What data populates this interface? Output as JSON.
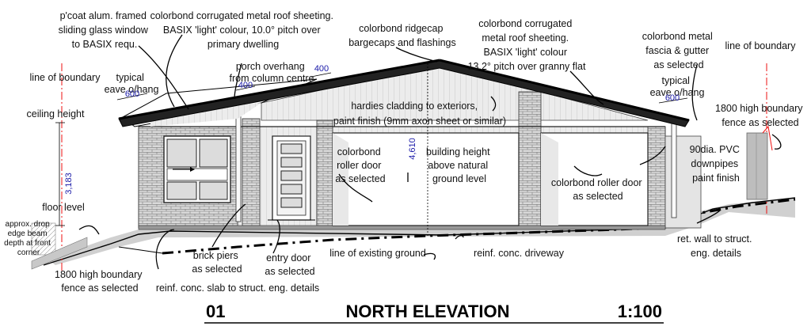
{
  "annotations": {
    "window": [
      "p'coat alum. framed",
      "sliding glass window",
      "to BASIX requ."
    ],
    "roof_main": [
      "colorbond corrugated metal roof sheeting.",
      "BASIX 'light' colour, 10.0° pitch over",
      "primary dwelling"
    ],
    "ridgecap": [
      "colorbond ridgecap",
      "bargecaps and flashings"
    ],
    "roof_flat": [
      "colorbond corrugated",
      "metal roof sheeting.",
      "BASIX 'light' colour",
      "13.2° pitch over granny flat"
    ],
    "fascia": [
      "colorbond metal",
      "fascia & gutter",
      "as selected"
    ],
    "boundary_left": "line of boundary",
    "boundary_right": "line of boundary",
    "eave_left": [
      "typical",
      "eave o/hang"
    ],
    "eave_right": [
      "typical",
      "eave o/hang"
    ],
    "porch": [
      "porch overhang",
      "from column centre"
    ],
    "ceiling_height": "ceiling height",
    "floor_level": "floor level",
    "drop_edge": [
      "approx. drop",
      "edge beam",
      "depth at front",
      "corner"
    ],
    "cladding": [
      "hardies cladding to exteriors,",
      "paint finish  (9mm axon sheet or similar)"
    ],
    "roller_left": [
      "colorbond",
      "roller door",
      "as selected"
    ],
    "building_height": [
      "building height",
      "above natural",
      "ground level"
    ],
    "roller_right": [
      "colorbond roller door",
      "as selected"
    ],
    "fence_right": [
      "1800 high boundary",
      "fence as selected"
    ],
    "downpipes": [
      "90dia. PVC",
      "downpipes",
      "paint finish"
    ],
    "fence_left": [
      "1800 high boundary",
      "fence as selected"
    ],
    "brick_piers": [
      "brick piers",
      "as selected"
    ],
    "entry_door": [
      "entry door",
      "as selected"
    ],
    "existing_ground": "line of existing ground",
    "driveway": "reinf. conc. driveway",
    "ret_wall": [
      "ret. wall to struct.",
      "eng. details"
    ],
    "slab": "reinf. conc. slab to struct. eng. details"
  },
  "dimensions": {
    "eave_left": "600",
    "eave_right": "600",
    "porch_top": "400",
    "porch_bottom": "400",
    "ceiling": "3,183",
    "building_height": "4,610"
  },
  "title_block": {
    "number": "01",
    "title": "NORTH ELEVATION",
    "scale": "1:100"
  }
}
